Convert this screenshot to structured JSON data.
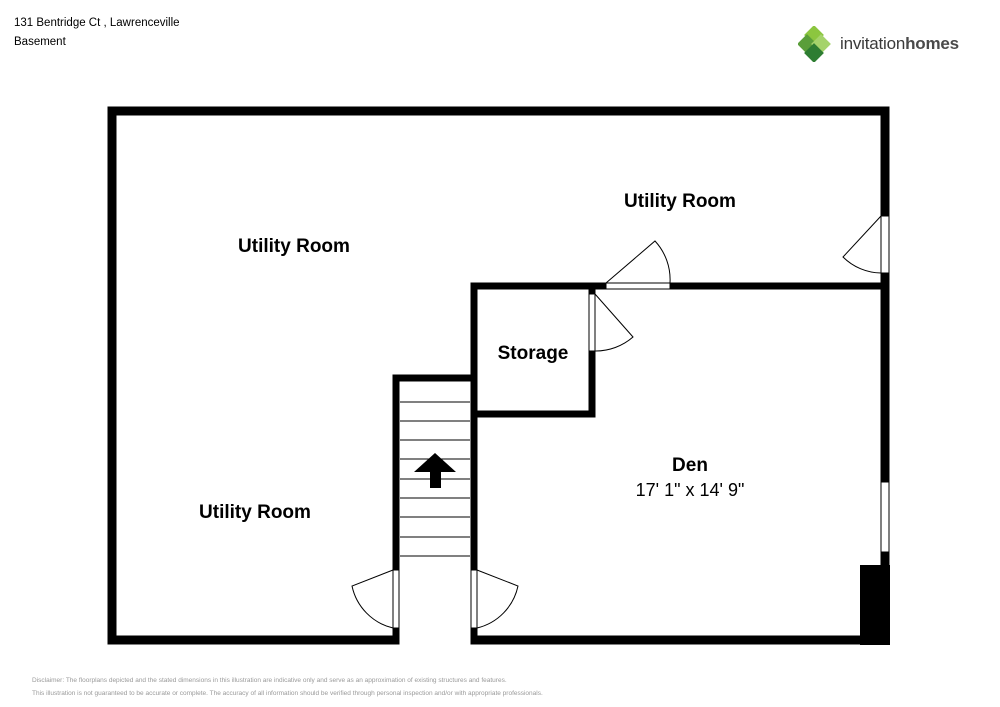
{
  "header": {
    "address": "131 Bentridge Ct , Lawrenceville",
    "floor": "Basement"
  },
  "logo": {
    "icon": "diamond-logo-icon",
    "word1": "invitation",
    "word2": "homes",
    "colors": [
      "#5a9e3a",
      "#8cc63f",
      "#2e7d32",
      "#a5d36b"
    ]
  },
  "rooms": {
    "utility_top_left": "Utility Room",
    "utility_top_right": "Utility Room",
    "utility_bottom_left": "Utility Room",
    "storage": "Storage",
    "den": "Den",
    "den_dimensions": "17' 1\" x 14' 9\""
  },
  "disclaimer": {
    "line1": "Disclaimer: The floorplans depicted and the stated dimensions in this illustration are indicative only and serve as an approximation of existing structures and features.",
    "line2": "This illustration is not guaranteed to be accurate or complete. The accuracy of all information should be verified through personal inspection and/or with appropriate professionals."
  }
}
